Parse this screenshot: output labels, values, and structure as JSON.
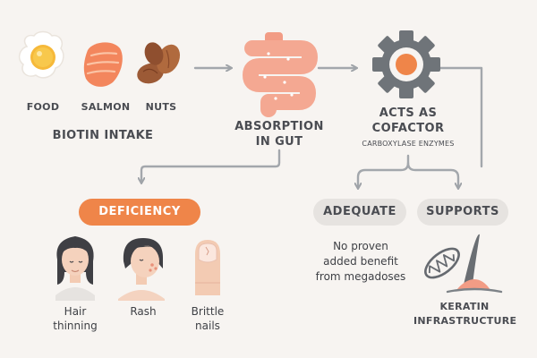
{
  "intake": {
    "items": [
      {
        "label": "FOOD",
        "icon": "egg-icon"
      },
      {
        "label": "SALMON",
        "icon": "salmon-icon"
      },
      {
        "label": "NUTS",
        "icon": "nuts-icon"
      }
    ],
    "title": "BIOTIN INTAKE"
  },
  "absorption": {
    "line1": "ABSORPTION",
    "line2": "IN GUT",
    "icon": "intestine-icon"
  },
  "cofactor": {
    "line1": "ACTS AS",
    "line2": "COFACTOR",
    "sub": "CARBOXYLASE ENZYMES",
    "icon": "gear-icon"
  },
  "deficiency": {
    "label": "DEFICIENCY",
    "symptoms": [
      {
        "line1": "Hair",
        "line2": "thinning",
        "icon": "hair-thinning-icon"
      },
      {
        "line1": "Rash",
        "line2": "",
        "icon": "rash-icon"
      },
      {
        "line1": "Brittle",
        "line2": "nails",
        "icon": "brittle-nail-icon"
      }
    ]
  },
  "adequate": {
    "label": "ADEQUATE",
    "text": [
      "No proven",
      "added benefit",
      "from megadoses"
    ]
  },
  "supports": {
    "label": "SUPPORTS",
    "caption1": "KERATIN",
    "caption2": "INFRASTRUCTURE",
    "icons": [
      "mitochondria-icon",
      "hair-follicle-icon"
    ]
  },
  "colors": {
    "accent": "#ef8549",
    "pill_grey": "#e6e3e0",
    "arrow": "#9fa3a8",
    "background": "#f7f4f1"
  }
}
